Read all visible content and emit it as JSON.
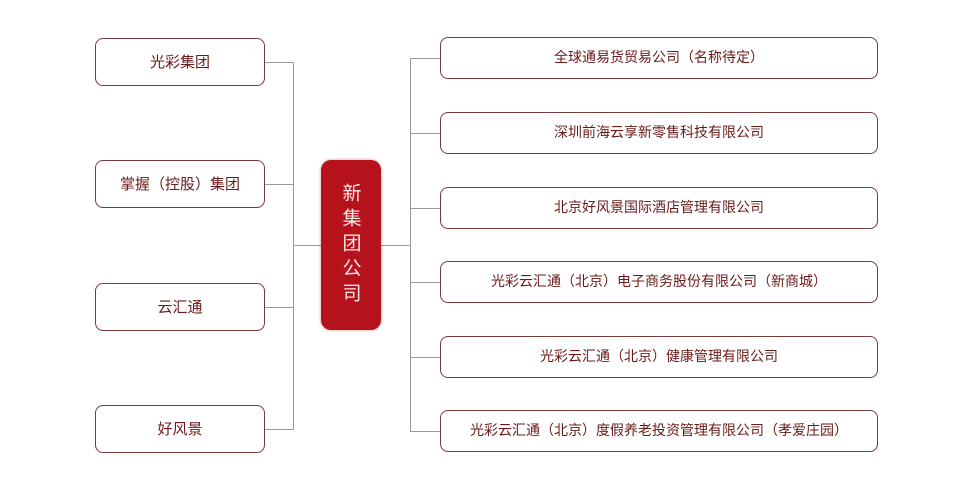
{
  "center": {
    "label": "新集团公司"
  },
  "left_items": [
    "光彩集团",
    "掌握（控股）集团",
    "云汇通",
    "好风景"
  ],
  "right_items": [
    "全球通易货贸易公司（名称待定）",
    "深圳前海云享新零售科技有限公司",
    "北京好风景国际酒店管理有限公司",
    "光彩云汇通（北京）电子商务股份有限公司（新商城）",
    "光彩云汇通（北京）健康管理有限公司",
    "光彩云汇通（北京）度假养老投资管理有限公司（孝爱庄园）"
  ],
  "colors": {
    "center_fill": "#b5121b",
    "text": "#6b1a1a",
    "border": "#7a3a3a",
    "line": "#9a9a9a"
  }
}
